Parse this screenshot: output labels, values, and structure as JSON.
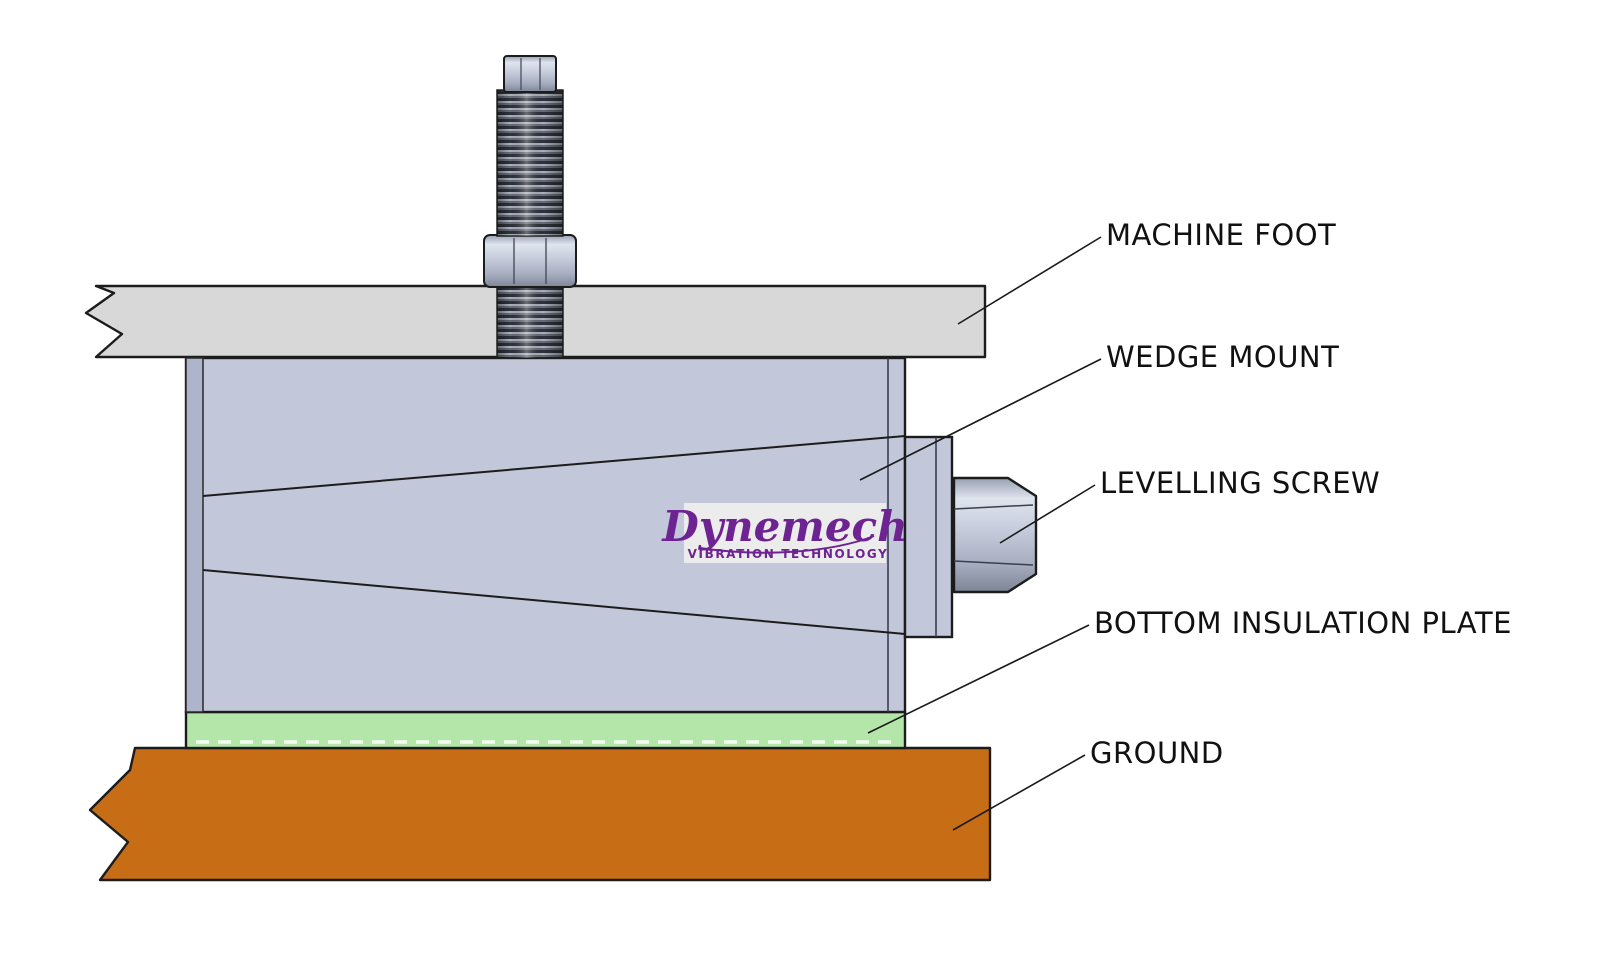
{
  "labels": [
    {
      "text": "MACHINE FOOT"
    },
    {
      "text": "WEDGE MOUNT"
    },
    {
      "text": "LEVELLING SCREW"
    },
    {
      "text": "BOTTOM INSULATION PLATE"
    },
    {
      "text": "GROUND"
    }
  ],
  "logo": {
    "name": "Dynemech",
    "tagline": "VIBRATION TECHNOLOGY"
  },
  "colors": {
    "machine_foot": "#d8d8d8",
    "wedge_mount_body": "#c2c7d9",
    "wedge_left_plate": "#aeb4ca",
    "insulation_plate": "#b4e6aa",
    "ground": "#c66d15",
    "outline": "#1c1c1c",
    "logo_purple": "#6d2391",
    "logo_background": "#ececec"
  }
}
